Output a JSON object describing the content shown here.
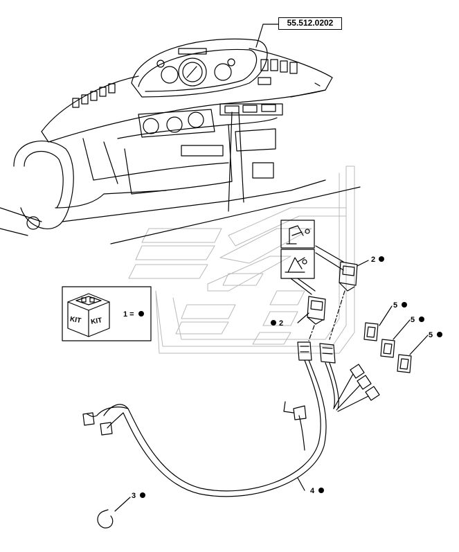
{
  "reference_code": "55.512.0202",
  "kit_labels": [
    "KIT",
    "KIT"
  ],
  "callouts": [
    {
      "id": "item-1",
      "text": "1 ="
    },
    {
      "id": "item-2a",
      "text": "2"
    },
    {
      "id": "item-2b",
      "text": "2"
    },
    {
      "id": "item-3",
      "text": "3"
    },
    {
      "id": "item-4",
      "text": "4"
    },
    {
      "id": "item-5a",
      "text": "5"
    },
    {
      "id": "item-5b",
      "text": "5"
    },
    {
      "id": "item-5c",
      "text": "5"
    }
  ],
  "colors": {
    "line": "#000000",
    "ghost": "#bdbdbd",
    "background": "#ffffff"
  }
}
